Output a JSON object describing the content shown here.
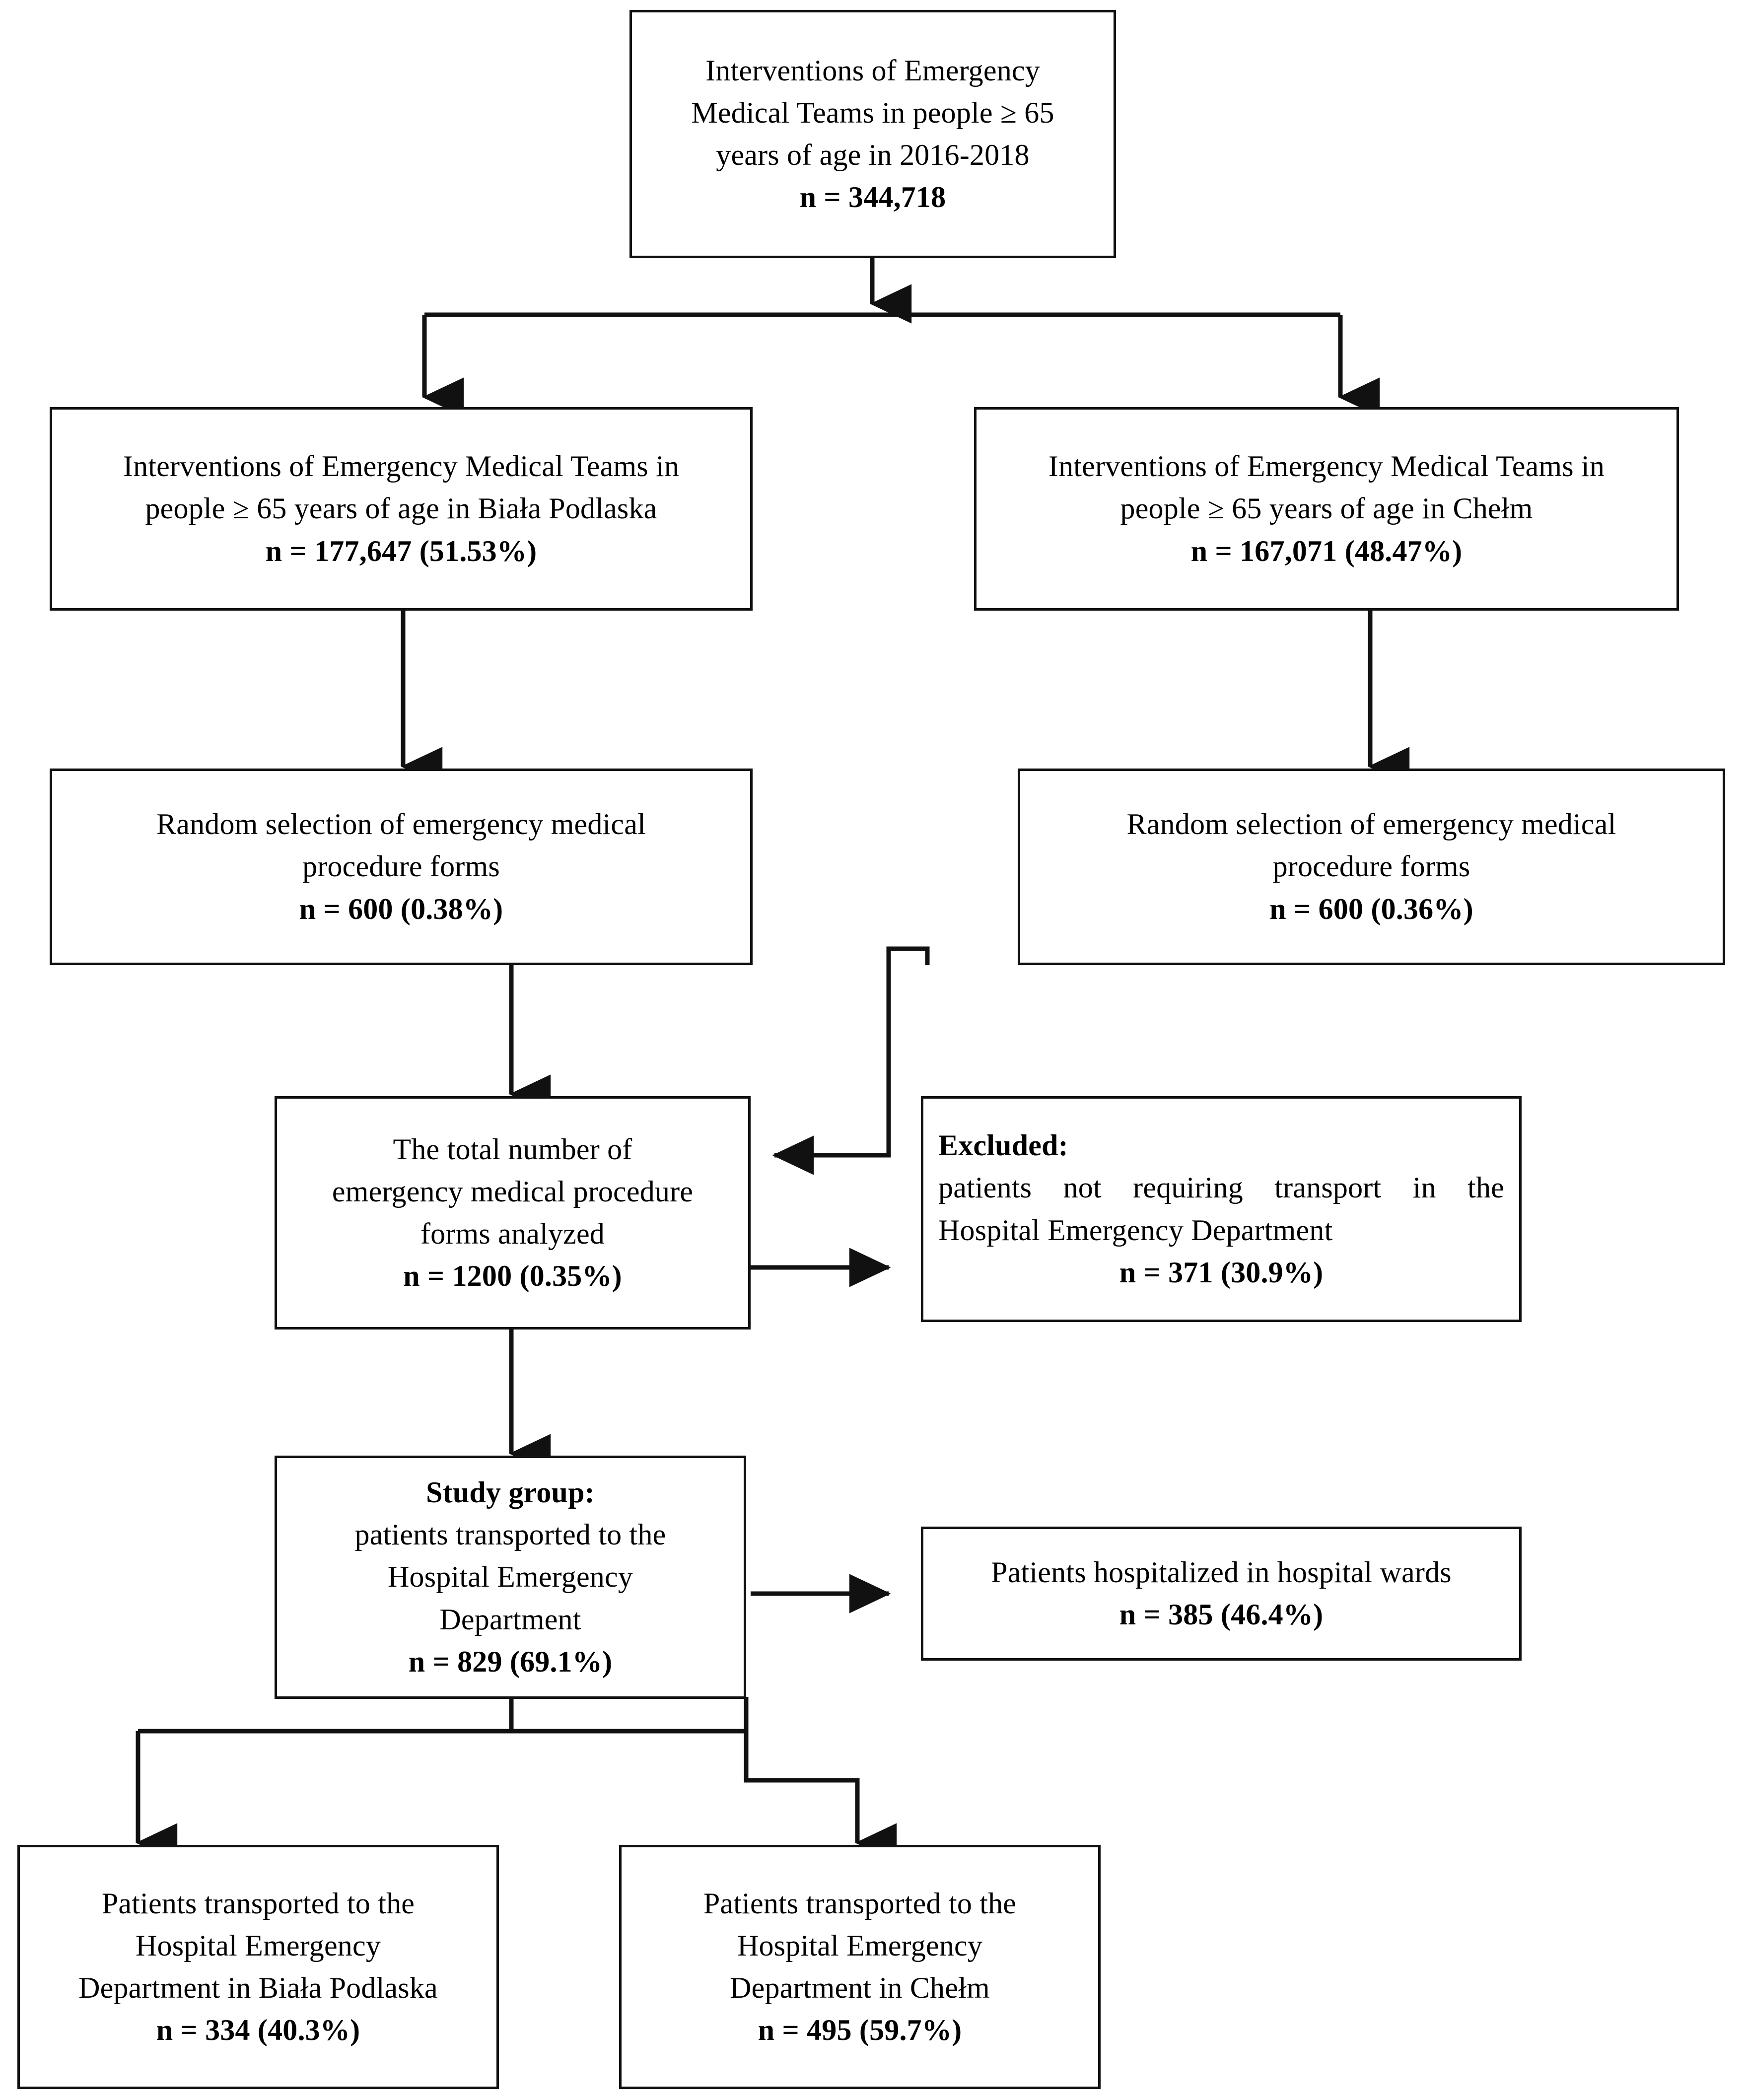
{
  "diagram": {
    "type": "flowchart",
    "title": "Study participant flow diagram",
    "accent_color": "#111111",
    "background_color": "#ffffff"
  },
  "nodes": {
    "total_interventions": {
      "id": "total-interventions",
      "lines": [
        "Interventions of Emergency",
        "Medical Teams in people ≥ 65",
        "years of age in 2016-2018"
      ],
      "count": "n = 344,718"
    },
    "biala_podlaska_interventions": {
      "id": "biala-podlaska-interventions",
      "lines": [
        "Interventions of Emergency Medical Teams in",
        "people ≥ 65 years of age in Biała Podlaska"
      ],
      "count": "n = 177,647 (51.53%)"
    },
    "chelm_interventions": {
      "id": "chelm-interventions",
      "lines": [
        "Interventions of Emergency Medical Teams in",
        "people ≥ 65 years of age in Chełm"
      ],
      "count": "n = 167,071 (48.47%)"
    },
    "random_selection_left": {
      "id": "random-selection-biala-podlaska",
      "lines": [
        "Random selection of emergency medical",
        "procedure forms"
      ],
      "count": "n = 600 (0.38%)"
    },
    "random_selection_right": {
      "id": "random-selection-chelm",
      "lines": [
        "Random selection of emergency medical",
        "procedure forms"
      ],
      "count": "n = 600 (0.36%)"
    },
    "total_forms_analyzed": {
      "id": "total-forms-analyzed",
      "lines": [
        "The total number of",
        "emergency medical procedure",
        "forms analyzed"
      ],
      "count": "n = 1200 (0.35%)"
    },
    "excluded": {
      "id": "excluded",
      "heading": "Excluded:",
      "lines": [
        "patients not requiring transport in the",
        "Hospital Emergency Department"
      ],
      "count": "n = 371 (30.9%)"
    },
    "study_group": {
      "id": "study-group",
      "heading": "Study group:",
      "lines": [
        "patients transported to the",
        "Hospital Emergency",
        "Department"
      ],
      "count": "n = 829 (69.1%)"
    },
    "hospitalized": {
      "id": "patients-hospitalized",
      "lines": [
        "Patients hospitalized in hospital wards"
      ],
      "count": "n = 385 (46.4%)"
    },
    "transported_biala": {
      "id": "transported-biala-podlaska",
      "lines": [
        "Patients transported to the",
        "Hospital Emergency",
        "Department in Biała Podlaska"
      ],
      "count": "n = 334 (40.3%)"
    },
    "transported_chelm": {
      "id": "transported-chelm",
      "lines": [
        "Patients transported to the",
        "Hospital Emergency",
        "Department in Chełm"
      ],
      "count": "n = 495 (59.7%)"
    }
  },
  "chart_data": {
    "type": "flowchart",
    "title": "Interventions of Emergency Medical Teams in people ≥ 65 years of age in 2016-2018",
    "nodes": [
      {
        "label": "Interventions of Emergency Medical Teams in people ≥ 65 years of age in 2016-2018",
        "n": 344718,
        "percent": null
      },
      {
        "label": "Interventions of Emergency Medical Teams in people ≥ 65 years of age in Biała Podlaska",
        "n": 177647,
        "percent": 51.53
      },
      {
        "label": "Interventions of Emergency Medical Teams in people ≥ 65 years of age in Chełm",
        "n": 167071,
        "percent": 48.47
      },
      {
        "label": "Random selection of emergency medical procedure forms (Biała Podlaska)",
        "n": 600,
        "percent": 0.38
      },
      {
        "label": "Random selection of emergency medical procedure forms (Chełm)",
        "n": 600,
        "percent": 0.36
      },
      {
        "label": "The total number of emergency medical procedure forms analyzed",
        "n": 1200,
        "percent": 0.35
      },
      {
        "label": "Excluded: patients not requiring transport in the Hospital Emergency Department",
        "n": 371,
        "percent": 30.9
      },
      {
        "label": "Study group: patients transported to the Hospital Emergency Department",
        "n": 829,
        "percent": 69.1
      },
      {
        "label": "Patients hospitalized in hospital wards",
        "n": 385,
        "percent": 46.4
      },
      {
        "label": "Patients transported to the Hospital Emergency Department in Biała Podlaska",
        "n": 334,
        "percent": 40.3
      },
      {
        "label": "Patients transported to the Hospital Emergency Department in Chełm",
        "n": 495,
        "percent": 59.7
      }
    ],
    "edges": [
      {
        "from": "Interventions of Emergency Medical Teams in people ≥ 65 years of age in 2016-2018",
        "to": "Interventions of Emergency Medical Teams in people ≥ 65 years of age in Biała Podlaska"
      },
      {
        "from": "Interventions of Emergency Medical Teams in people ≥ 65 years of age in 2016-2018",
        "to": "Interventions of Emergency Medical Teams in people ≥ 65 years of age in Chełm"
      },
      {
        "from": "Interventions of Emergency Medical Teams in people ≥ 65 years of age in Biała Podlaska",
        "to": "Random selection of emergency medical procedure forms (Biała Podlaska)"
      },
      {
        "from": "Interventions of Emergency Medical Teams in people ≥ 65 years of age in Chełm",
        "to": "Random selection of emergency medical procedure forms (Chełm)"
      },
      {
        "from": "Random selection of emergency medical procedure forms (Biała Podlaska)",
        "to": "The total number of emergency medical procedure forms analyzed"
      },
      {
        "from": "Random selection of emergency medical procedure forms (Chełm)",
        "to": "The total number of emergency medical procedure forms analyzed"
      },
      {
        "from": "The total number of emergency medical procedure forms analyzed",
        "to": "Excluded: patients not requiring transport in the Hospital Emergency Department"
      },
      {
        "from": "The total number of emergency medical procedure forms analyzed",
        "to": "Study group: patients transported to the Hospital Emergency Department"
      },
      {
        "from": "Study group: patients transported to the Hospital Emergency Department",
        "to": "Patients hospitalized in hospital wards"
      },
      {
        "from": "Study group: patients transported to the Hospital Emergency Department",
        "to": "Patients transported to the Hospital Emergency Department in Biała Podlaska"
      },
      {
        "from": "Study group: patients transported to the Hospital Emergency Department",
        "to": "Patients transported to the Hospital Emergency Department in Chełm"
      }
    ]
  }
}
